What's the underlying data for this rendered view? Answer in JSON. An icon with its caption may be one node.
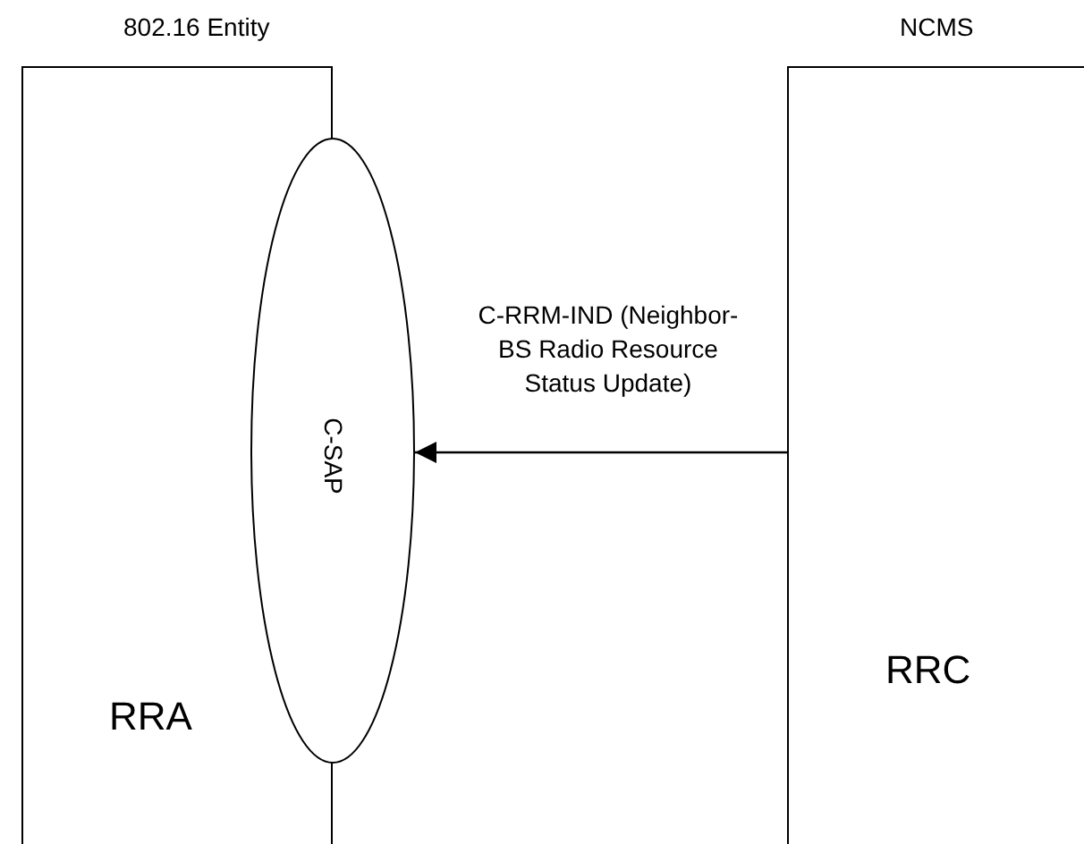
{
  "diagram": {
    "nodes": [
      {
        "text": [
          "802.16 Entity",
          "RRA"
        ]
      },
      {
        "text": [
          "C-SAP"
        ]
      },
      {
        "text": [
          "NCMS",
          "RRC"
        ]
      }
    ],
    "edges": [
      {
        "from": 2,
        "to": 1,
        "arrow": "to",
        "label": "C-RRM-IND (Neighbor-BS Radio Resource Status Update)"
      }
    ]
  }
}
